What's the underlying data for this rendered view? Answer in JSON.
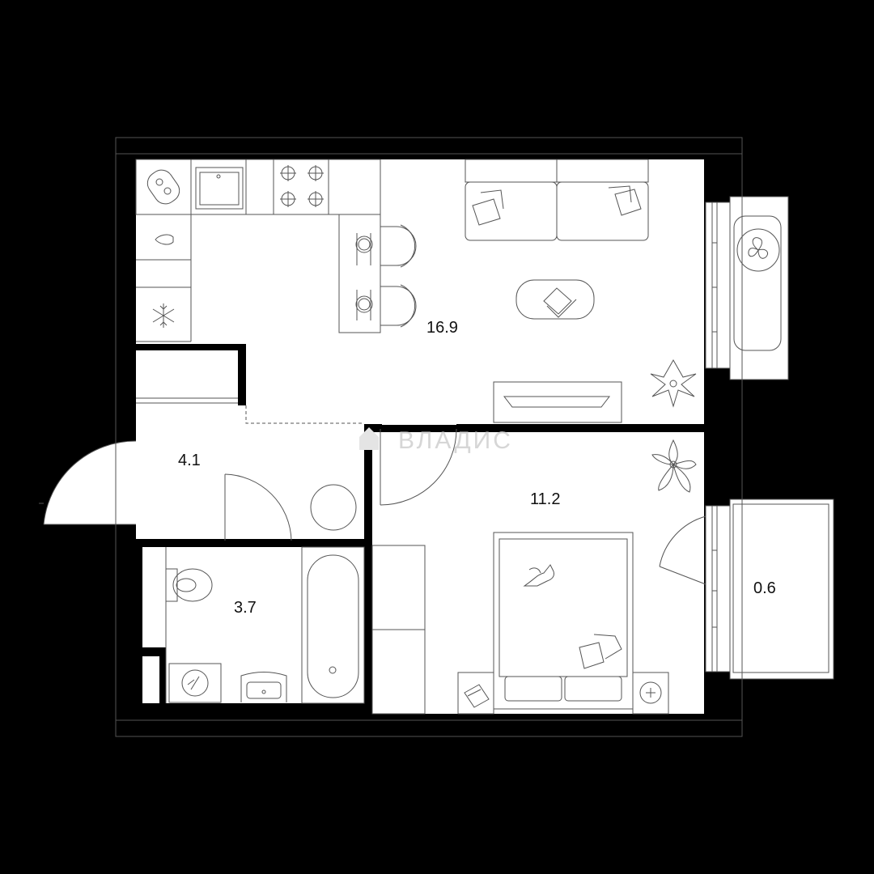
{
  "plan": {
    "watermark": "ВЛАДИС",
    "colors": {
      "background": "#000000",
      "floor": "#ffffff",
      "wall": "#000000",
      "line": "#555555",
      "watermark": "#d6d6d6"
    },
    "rooms": [
      {
        "id": "living-kitchen",
        "area": "16.9"
      },
      {
        "id": "hall",
        "area": "4.1"
      },
      {
        "id": "bathroom",
        "area": "3.7"
      },
      {
        "id": "bedroom",
        "area": "11.2"
      },
      {
        "id": "balcony",
        "area": "0.6"
      }
    ],
    "icons": [
      "burner-icon",
      "sink-icon",
      "water-drop-icon",
      "snowflake-icon",
      "fan-icon",
      "flower-icon",
      "cat-icon",
      "laptop-icon",
      "pillow-icon",
      "plate-icon",
      "toilet-icon",
      "bathtub-icon",
      "washbasin-icon",
      "lightning-icon"
    ]
  }
}
